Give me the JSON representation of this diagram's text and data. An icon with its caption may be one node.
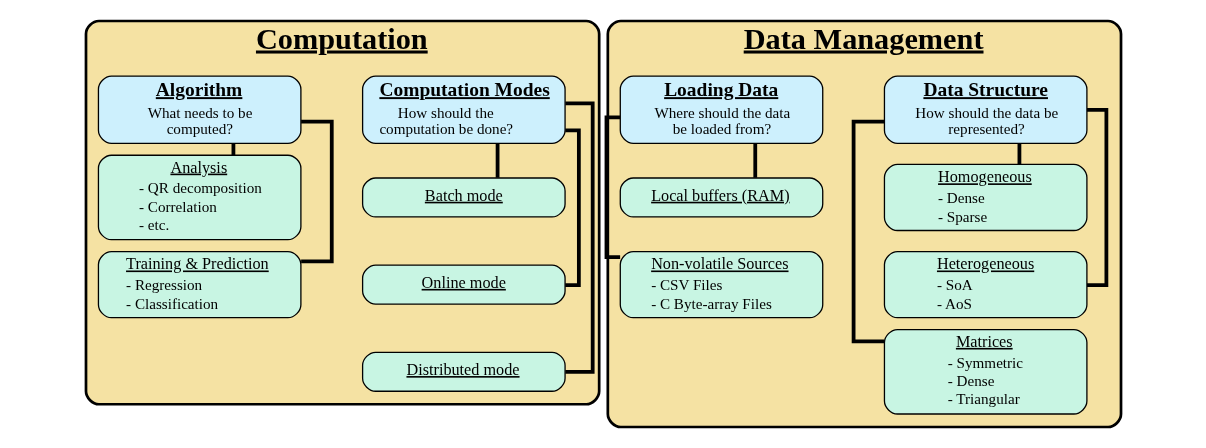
{
  "diagram": {
    "nodes": [
      {
        "text": [
          "Computation"
        ]
      },
      {
        "text": [
          "Algorithm",
          "What needs to be computed?"
        ],
        "in": 0
      },
      {
        "text": [
          "Computation Modes",
          "How should the computation be done?"
        ],
        "in": 0
      },
      {
        "text": [
          "Analysis",
          "- QR decomposition",
          "- Correlation",
          "- etc."
        ],
        "in": 0
      },
      {
        "text": [
          "Training & Prediction",
          "- Regression",
          "- Classification"
        ],
        "in": 0
      },
      {
        "text": [
          "Batch mode"
        ],
        "in": 0
      },
      {
        "text": [
          "Online mode"
        ],
        "in": 0
      },
      {
        "text": [
          "Distributed mode"
        ],
        "in": 0
      },
      {
        "text": [
          "Data Management"
        ]
      },
      {
        "text": [
          "Loading Data",
          "Where should the data be loaded from?"
        ],
        "in": 8
      },
      {
        "text": [
          "Data Structure",
          "How should the data be represented?"
        ],
        "in": 8
      },
      {
        "text": [
          "Local buffers (RAM)"
        ],
        "in": 8
      },
      {
        "text": [
          "Non-volatile Sources",
          "- CSV Files",
          "- C Byte-array Files"
        ],
        "in": 8
      },
      {
        "text": [
          "Homogeneous",
          "- Dense",
          "- Sparse"
        ],
        "in": 8
      },
      {
        "text": [
          "Heterogeneous",
          "- SoA",
          "- AoS"
        ],
        "in": 8
      },
      {
        "text": [
          "Matrices",
          "- Symmetric",
          "- Dense",
          "- Triangular"
        ],
        "in": 8
      }
    ],
    "edges": [
      {
        "from": 1,
        "to": 3,
        "arrow": "none"
      },
      {
        "from": 1,
        "to": 4,
        "arrow": "none"
      },
      {
        "from": 2,
        "to": 5,
        "arrow": "none"
      },
      {
        "from": 2,
        "to": 6,
        "arrow": "none"
      },
      {
        "from": 2,
        "to": 7,
        "arrow": "none"
      },
      {
        "from": 9,
        "to": 11,
        "arrow": "none"
      },
      {
        "from": 9,
        "to": 12,
        "arrow": "none"
      },
      {
        "from": 10,
        "to": 13,
        "arrow": "none"
      },
      {
        "from": 10,
        "to": 14,
        "arrow": "none"
      },
      {
        "from": 10,
        "to": 15,
        "arrow": "none"
      }
    ]
  }
}
